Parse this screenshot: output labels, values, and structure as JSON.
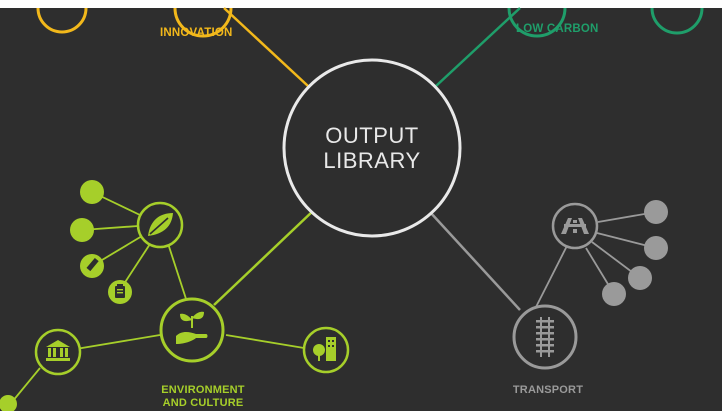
{
  "colors": {
    "background": "#2e2e2e",
    "innovation": "#f2b81b",
    "low_carbon": "#1f9e6a",
    "environment": "#a6cf2a",
    "transport": "#9a9a9a",
    "hub": "#e9e9e9"
  },
  "hub": {
    "line1": "OUTPUT",
    "line2": "LIBRARY"
  },
  "innovation": {
    "label": "INNOVATION"
  },
  "low_carbon": {
    "label": "LOW CARBON"
  },
  "environment": {
    "label_line1": "ENVIRONMENT",
    "label_line2": "AND CULTURE",
    "icon": "hand-sprout-icon",
    "sub_icons": [
      "leaf-icon",
      "museum-icon",
      "building-tree-icon",
      "pencil-icon",
      "clipboard-icon"
    ]
  },
  "transport": {
    "label": "TRANSPORT",
    "icon": "railway-track-icon",
    "sub_icons": [
      "road-icon"
    ]
  }
}
